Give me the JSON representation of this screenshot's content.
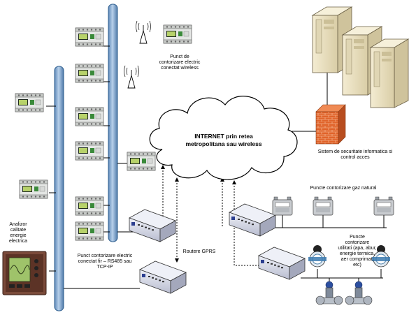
{
  "cloud": {
    "line1": "INTERNET prin retea",
    "line2": "metropolitana sau wireless"
  },
  "labels": {
    "wireless_meter": [
      "Punct de",
      "contorizare electric",
      "conectat wireless"
    ],
    "firewall": [
      "Sistem de securitate informatica si",
      "control acces"
    ],
    "gas": "Puncte contorizare gaz natural",
    "analyzer": [
      "Analizor",
      "calitate",
      "energie",
      "electrica"
    ],
    "wired_meter": [
      "Punct contorizare electric",
      "conectat fir – RS485 sau",
      "TCP-IP"
    ],
    "routers": "Routere GPRS",
    "utilities": [
      "Puncte",
      "contorizare",
      "utilitati (apa, abur,",
      "energie termica,",
      "aer comprimat,",
      "etc)"
    ]
  },
  "icons": {
    "server": "server-tower-icon",
    "firewall": "brick-firewall-icon",
    "router": "gprs-router-icon",
    "meter": "din-rail-energy-meter-icon",
    "gas_meter": "gas-meter-icon",
    "water_meter": "water-meter-icon",
    "flow_meter": "flow-meter-icon",
    "antenna": "wireless-antenna-icon",
    "analyzer": "power-analyzer-icon"
  },
  "colors": {
    "bus": "#8fb3d9",
    "bus_edge": "#2f5f8f",
    "firewall": "#e0632a",
    "server": "#efe6c8",
    "router": "#d9dcea",
    "meter_display": "#b7d26a"
  }
}
